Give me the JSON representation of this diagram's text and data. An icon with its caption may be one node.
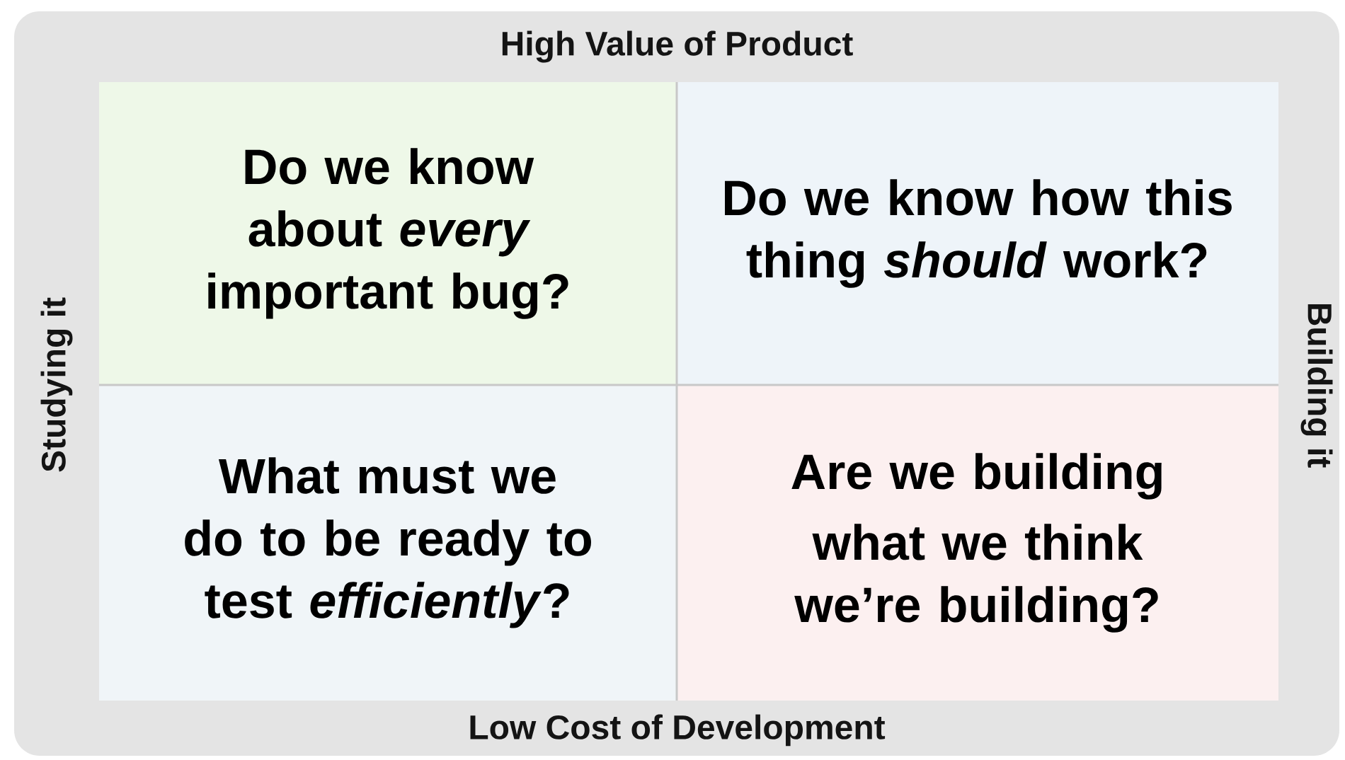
{
  "diagram": {
    "nodes": [
      {
        "text": [
          "Do we know about *every* important bug?"
        ]
      },
      {
        "text": [
          "Do we know how this thing *should* work?"
        ]
      },
      {
        "text": [
          "What must we do to be ready to test *efficiently*?"
        ]
      },
      {
        "text": [
          "Are we building",
          "what we think we’re building?"
        ]
      }
    ],
    "labels": [
      "High Value of Product",
      "Studying it",
      "Building it",
      "Low Cost of Development"
    ]
  }
}
